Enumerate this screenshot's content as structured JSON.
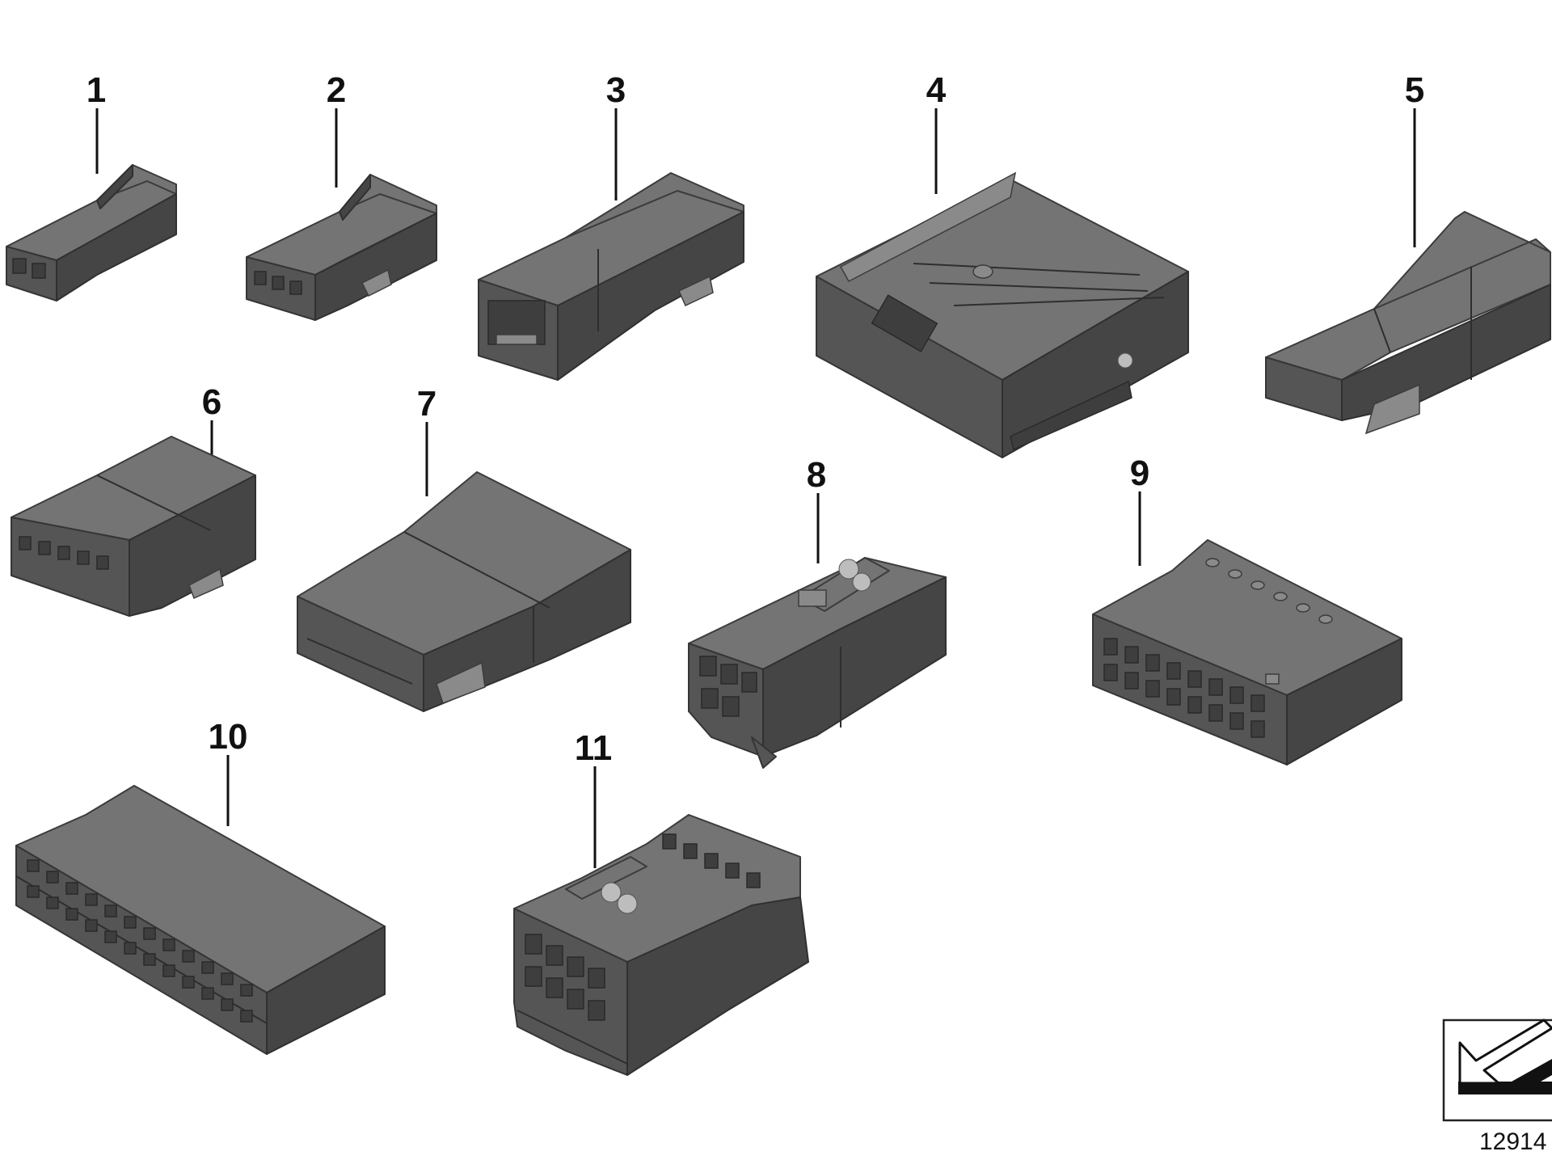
{
  "callouts": [
    "1",
    "2",
    "3",
    "4",
    "5",
    "6",
    "7",
    "8",
    "9",
    "10",
    "11"
  ],
  "reference_number": "12914",
  "icons": {
    "connector_color": "#5a5a5a",
    "reference_box": "direction-arrow-icon"
  }
}
